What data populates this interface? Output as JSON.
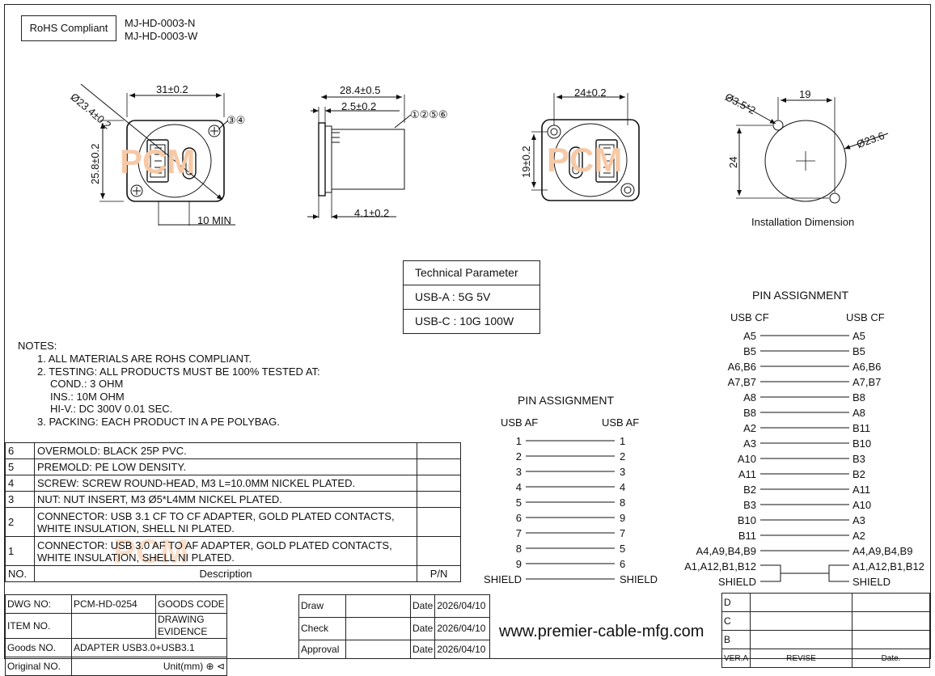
{
  "header": {
    "rohs": "RoHS Compliant",
    "part_numbers": [
      "MJ-HD-0003-N",
      "MJ-HD-0003-W"
    ]
  },
  "dims": {
    "v1": {
      "dia": "Ø23.4±0.2",
      "width": "31±0.2",
      "height": "25.8±0.2",
      "callout": "③④",
      "min": "10 MIN"
    },
    "v2": {
      "length": "28.4±0.5",
      "flange": "2.5±0.2",
      "callout": "①②⑤⑥",
      "depth": "4.1±0.2"
    },
    "v3": {
      "width": "24±0.2",
      "height": "19±0.2"
    },
    "v4": {
      "hole": "Ø3.5*2",
      "spacing": "19",
      "dia": "Ø23.6",
      "height": "24",
      "caption": "Installation Dimension"
    }
  },
  "watermark": "PCM",
  "tech": {
    "title": "Technical Parameter",
    "rows": [
      "USB-A :  5G 5V",
      "USB-C :  10G 100W"
    ]
  },
  "notes": {
    "title": "NOTES:",
    "lines": [
      "1. ALL MATERIALS ARE ROHS COMPLIANT.",
      "2. TESTING: ALL PRODUCTS MUST BE 100% TESTED AT:",
      "COND.: 3 OHM",
      "INS.: 10M OHM",
      "HI-V.: DC 300V 0.01 SEC.",
      "3. PACKING: EACH PRODUCT IN A PE POLYBAG."
    ]
  },
  "pin_af": {
    "title": "PIN  ASSIGNMENT",
    "left_header": "USB AF",
    "right_header": "USB AF",
    "left": [
      "1",
      "2",
      "3",
      "4",
      "5",
      "6",
      "7",
      "8",
      "9",
      "SHIELD"
    ],
    "right": [
      "1",
      "2",
      "3",
      "4",
      "8",
      "9",
      "7",
      "5",
      "6",
      "SHIELD"
    ]
  },
  "pin_cf": {
    "title": "PIN  ASSIGNMENT",
    "left_header": "USB CF",
    "right_header": "USB CF",
    "left": [
      "A5",
      "B5",
      "A6,B6",
      "A7,B7",
      "A8",
      "B8",
      "A2",
      "A3",
      "A10",
      "A11",
      "B2",
      "B3",
      "B10",
      "B11",
      "A4,A9,B4,B9",
      "A1,A12,B1,B12",
      "SHIELD"
    ],
    "right": [
      "A5",
      "B5",
      "A6,B6",
      "A7,B7",
      "B8",
      "A8",
      "B11",
      "B10",
      "B3",
      "B2",
      "A11",
      "A10",
      "A3",
      "A2",
      "A4,A9,B4,B9",
      "A1,A12,B1,B12",
      "SHIELD"
    ]
  },
  "parts": {
    "rows": [
      {
        "no": "6",
        "desc": "OVERMOLD: BLACK 25P PVC."
      },
      {
        "no": "5",
        "desc": "PREMOLD: PE LOW DENSITY."
      },
      {
        "no": "4",
        "desc": "SCREW: SCREW ROUND-HEAD, M3 L=10.0MM NICKEL PLATED."
      },
      {
        "no": "3",
        "desc": "NUT: NUT INSERT, M3 Ø5*L4MM NICKEL PLATED."
      },
      {
        "no": "2",
        "desc": "CONNECTOR: USB 3.1 CF TO CF ADAPTER, GOLD PLATED CONTACTS, WHITE INSULATION, SHELL NI PLATED."
      },
      {
        "no": "1",
        "desc": "CONNECTOR: USB 3.0 AF TO AF ADAPTER, GOLD PLATED CONTACTS, WHITE INSULATION, SHELL NI PLATED."
      }
    ],
    "header": {
      "no": "NO.",
      "desc": "Description",
      "pn": "P/N"
    }
  },
  "title_block": {
    "dwg_label": "DWG NO:",
    "dwg": "PCM-HD-0254",
    "goods_code": "GOODS CODE",
    "item_label": "ITEM NO.",
    "evidence": "DRAWING EVIDENCE",
    "goods_label": "Goods NO.",
    "goods": "ADAPTER USB3.0+USB3.1",
    "orig_label": "Original NO.",
    "unit": "Unit(mm)",
    "draw": "Draw",
    "check": "Check",
    "approval": "Approval",
    "date_label": "Date",
    "date": "2026/04/10",
    "website": "www.premier-cable-mfg.com",
    "rev_letters": [
      "D",
      "C",
      "B"
    ],
    "ver": "VER.A",
    "revise": "REVISE",
    "date_col": "Date."
  }
}
